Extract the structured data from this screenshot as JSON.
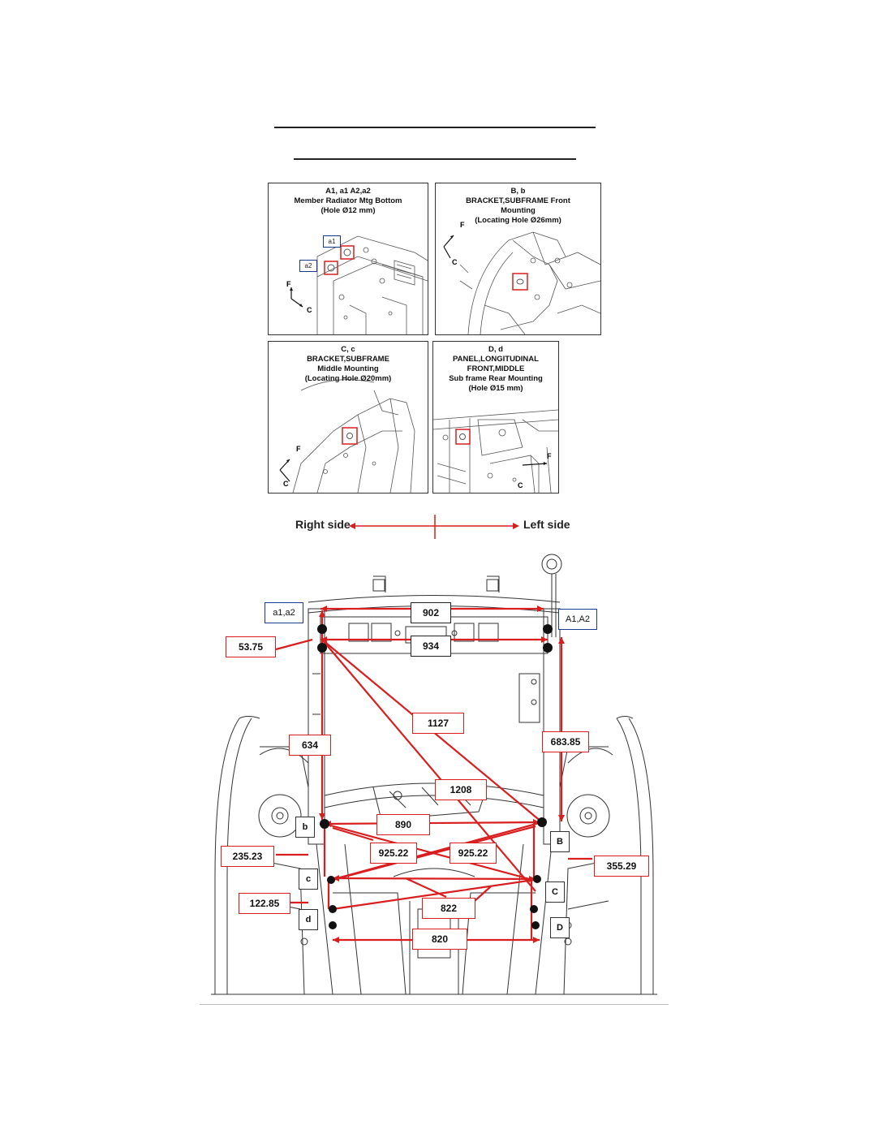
{
  "panels": {
    "a": {
      "lines": [
        "A1, a1 A2,a2",
        "Member Radiator Mtg Bottom",
        "(Hole Ø12 mm)"
      ],
      "tag1": "a1",
      "tag2": "a2",
      "axis1": "F",
      "axis2": "C"
    },
    "b": {
      "lines": [
        "B, b",
        "BRACKET,SUBFRAME Front",
        "Mounting",
        "(Locating Hole Ø26mm)"
      ],
      "axis1": "F",
      "axis2": "C"
    },
    "c": {
      "lines": [
        "C, c",
        "BRACKET,SUBFRAME",
        "Middle Mounting",
        "(Locating Hole Ø20mm)"
      ],
      "axis1": "F",
      "axis2": "C"
    },
    "d": {
      "lines": [
        "D, d",
        "PANEL,LONGITUDINAL",
        "FRONT,MIDDLE",
        "Sub frame Rear Mounting",
        "(Hole Ø15 mm)"
      ],
      "axis1": "F",
      "axis2": "C"
    }
  },
  "sides": {
    "right": "Right side",
    "left": "Left side"
  },
  "points": {
    "a1a2": "a1,a2",
    "A1A2": "A1,A2",
    "b": "b",
    "B": "B",
    "c": "c",
    "C": "C",
    "d": "d",
    "D": "D"
  },
  "measurements": {
    "m902": "902",
    "m934": "934",
    "m5375": "53.75",
    "m1127": "1127",
    "m634": "634",
    "m68385": "683.85",
    "m1208": "1208",
    "m890": "890",
    "m92522a": "925.22",
    "m92522b": "925.22",
    "m23523": "235.23",
    "m35529": "355.29",
    "m12285": "122.85",
    "m822": "822",
    "m820": "820"
  },
  "colors": {
    "measure": "#d81e1e",
    "structure": "#333333",
    "tagBorder": "#1a3a8a"
  }
}
